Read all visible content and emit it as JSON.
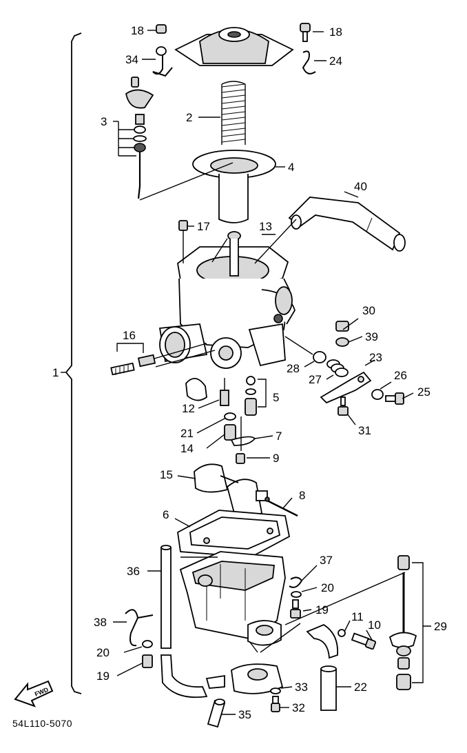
{
  "diagram_code": "54L110-5070",
  "fwd_label": "FWD",
  "assembly_label": "1",
  "callouts": [
    "18",
    "18",
    "34",
    "24",
    "3",
    "2",
    "4",
    "40",
    "17",
    "13",
    "30",
    "39",
    "16",
    "28",
    "23",
    "27",
    "26",
    "25",
    "12",
    "5",
    "31",
    "21",
    "7",
    "14",
    "9",
    "15",
    "8",
    "6",
    "37",
    "36",
    "20",
    "19",
    "38",
    "11",
    "10",
    "29",
    "20",
    "19",
    "33",
    "22",
    "35",
    "32"
  ],
  "colors": {
    "line": "#000000",
    "fill": "#ffffff",
    "shade": "#d8d8d8"
  }
}
